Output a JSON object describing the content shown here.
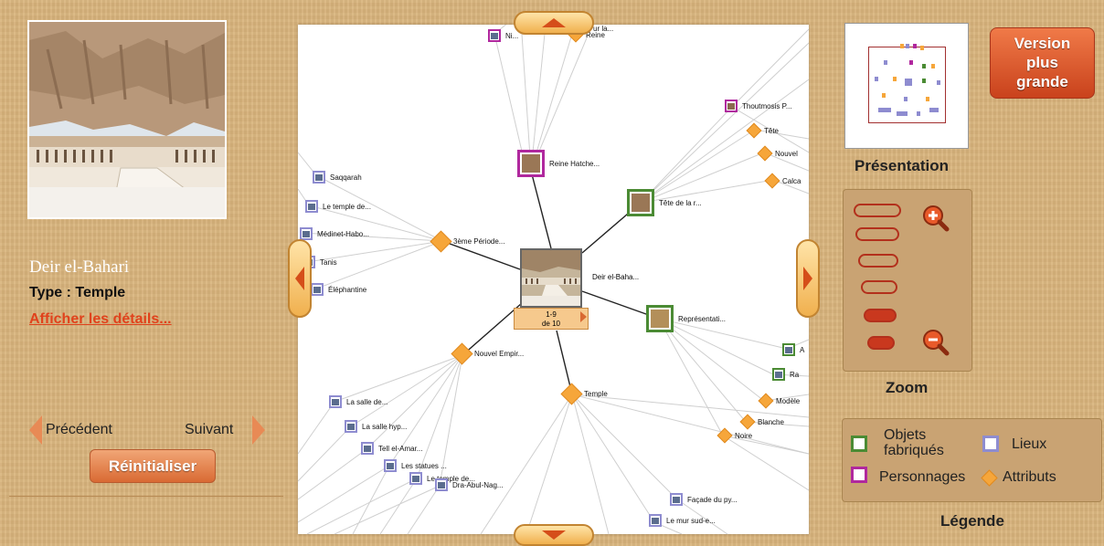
{
  "left": {
    "site_name": "Deir el-Bahari",
    "type_line": "Type : Temple",
    "details_link": "Afficher les détails...",
    "prev_label": "Précédent",
    "next_label": "Suivant",
    "reset_label": "Réinitialiser"
  },
  "graph": {
    "center": {
      "label": "Deir el-Baha...",
      "pager_line1": "1-9",
      "pager_line2": "de 10"
    },
    "nodes": {
      "top_a": "Ni...",
      "top_b": "Reine",
      "top_c": "ur la...",
      "thoutmosis": "Thoutmosis P...",
      "tete": "Tête",
      "nouvel_right": "Nouvel",
      "calca": "Calca",
      "reine_hatche": "Reine Hatche...",
      "tete_de_la": "Tête de la r...",
      "saqqarah": "Saqqarah",
      "temple_de": "Le temple de...",
      "medinet": "Médinet-Habo...",
      "tanis": "Tanis",
      "elephantine": "Éléphantine",
      "periode": "3ème Période...",
      "representat": "Représentati...",
      "right_a": "A",
      "right_ra": "Ra",
      "modele": "Modèle",
      "blanche": "Blanche",
      "noire": "Noire",
      "nouvel_empire": "Nouvel Empir...",
      "temple": "Temple",
      "salle_de": "La salle de...",
      "salle_hyp": "La salle hyp...",
      "tell_amar": "Tell el-Amar...",
      "statues": "Les statues ...",
      "temple_de_b": "Le temple de...",
      "dra_abul": "Dra-Abul-Nag...",
      "facade": "Façade du py...",
      "mur_sud": "Le mur sud-e..."
    }
  },
  "right": {
    "overview_label": "Présentation",
    "bigger_button": [
      "Version",
      "plus",
      "grande"
    ],
    "zoom_label": "Zoom",
    "legend_label": "Légende",
    "legend": {
      "objets": [
        "Objets",
        "fabriqués"
      ],
      "lieux": "Lieux",
      "personnages": "Personnages",
      "attributs": "Attributs"
    }
  },
  "colors": {
    "background": "#d9b47c",
    "accent": "#d96a33",
    "link": "#e0421c",
    "objets": "#4b8b34",
    "lieux": "#8e8cd0",
    "personnages": "#b0289e",
    "attributs": "#f6a63a"
  },
  "zoom": {
    "levels": 6,
    "selected_level": 5
  }
}
